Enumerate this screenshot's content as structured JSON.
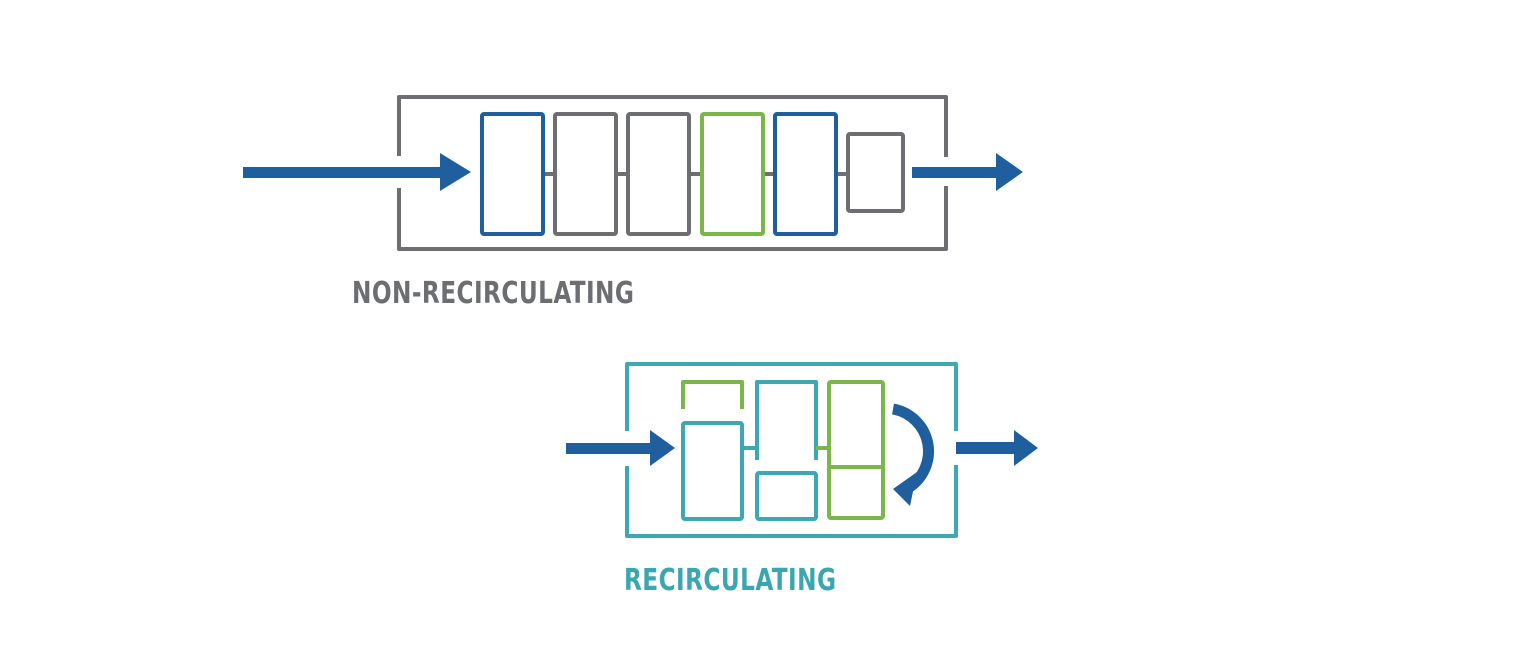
{
  "colors": {
    "gray": "#6d6e72",
    "blue": "#1f5f9e",
    "green": "#7ab648",
    "teal": "#3ba8b4",
    "label_gray": "#6d6e72",
    "label_teal": "#3aa7b0"
  },
  "diagrams": [
    {
      "id": "non-recirculating",
      "label": "NON-RECIRCULATING",
      "frame_color": "gray",
      "stages": [
        {
          "name": "stage-1",
          "color": "blue"
        },
        {
          "name": "stage-2",
          "color": "gray"
        },
        {
          "name": "stage-3",
          "color": "gray"
        },
        {
          "name": "stage-4",
          "color": "green"
        },
        {
          "name": "stage-5",
          "color": "blue"
        },
        {
          "name": "stage-6",
          "color": "gray"
        }
      ],
      "arrows": [
        "inflow-arrow",
        "outflow-arrow"
      ]
    },
    {
      "id": "recirculating",
      "label": "RECIRCULATING",
      "frame_color": "teal",
      "stages": [
        {
          "name": "stage-1-cap",
          "color": "green"
        },
        {
          "name": "stage-1",
          "color": "teal"
        },
        {
          "name": "stage-2-upper",
          "color": "teal"
        },
        {
          "name": "stage-2-lower",
          "color": "teal"
        },
        {
          "name": "stage-3-upper",
          "color": "green"
        },
        {
          "name": "stage-3-lower",
          "color": "green"
        }
      ],
      "arrows": [
        "inflow-arrow",
        "recirculation-arrow",
        "outflow-arrow"
      ]
    }
  ]
}
